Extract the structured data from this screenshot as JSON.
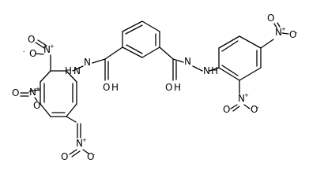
{
  "structure": {
    "atom_labels": {
      "amide_n_left": "N",
      "amine_n_left": "N",
      "h_left": "H",
      "amide_o_left": "O",
      "h_o_left": "H",
      "amide_n_right": "N",
      "amine_n_right": "N",
      "h_right": "H",
      "amide_o_right": "O",
      "h_o_right": "H"
    },
    "nitro_groups": [
      {
        "n": "N",
        "o_double": "O",
        "o_single": "O",
        "charge_n": "+",
        "charge_o": "-"
      },
      {
        "n": "N",
        "o_double": "O",
        "o_single": "O",
        "charge_n": "+",
        "charge_o": "-"
      },
      {
        "n": "N",
        "o_double": "O",
        "o_single": "O",
        "charge_n": "+",
        "charge_o": "-"
      },
      {
        "n": "N",
        "o_double": "O",
        "o_single": "O",
        "charge_n": "+",
        "charge_o": "-"
      }
    ]
  }
}
